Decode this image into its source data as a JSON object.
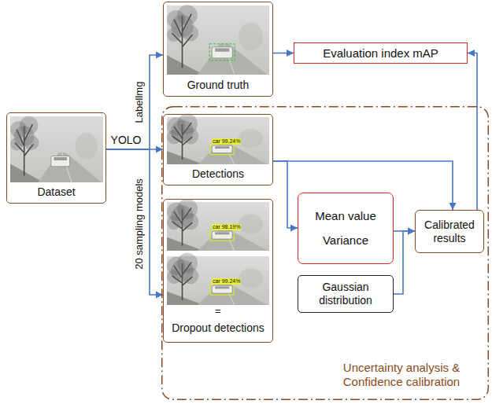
{
  "diagram": {
    "nodes": [
      {
        "text": [
          "Dataset"
        ]
      },
      {
        "text": [
          "Ground truth"
        ]
      },
      {
        "text": [
          "Evaluation index mAP"
        ]
      },
      {
        "text": [
          "Uncertainty analysis & Confidence calibration"
        ]
      },
      {
        "text": [
          "Detections"
        ],
        "in": 3
      },
      {
        "text": [
          "Dropout detections"
        ],
        "in": 3
      },
      {
        "text": [
          "Mean value",
          "Variance"
        ],
        "in": 3
      },
      {
        "text": [
          "Gaussian distribution"
        ],
        "in": 3
      },
      {
        "text": [
          "Calibrated results"
        ],
        "in": 3
      }
    ],
    "edges": [
      {
        "from": 0,
        "to": 1,
        "arrow": "to",
        "label": "Labellmg"
      },
      {
        "from": 0,
        "to": 4,
        "arrow": "to",
        "label": "YOLO"
      },
      {
        "from": 0,
        "to": 5,
        "arrow": "to",
        "label": "20 sampling models"
      },
      {
        "from": 1,
        "to": 2,
        "arrow": "to"
      },
      {
        "from": 4,
        "to": 6,
        "arrow": "to"
      },
      {
        "from": 4,
        "to": 8,
        "arrow": "to"
      },
      {
        "from": 6,
        "to": 8,
        "arrow": "to"
      },
      {
        "from": 7,
        "to": 8,
        "arrow": "to"
      },
      {
        "from": 8,
        "to": 2,
        "arrow": "to"
      }
    ],
    "labels": [
      "car 99.24%",
      "car 98.19%",
      "car 99.24%",
      "="
    ]
  }
}
